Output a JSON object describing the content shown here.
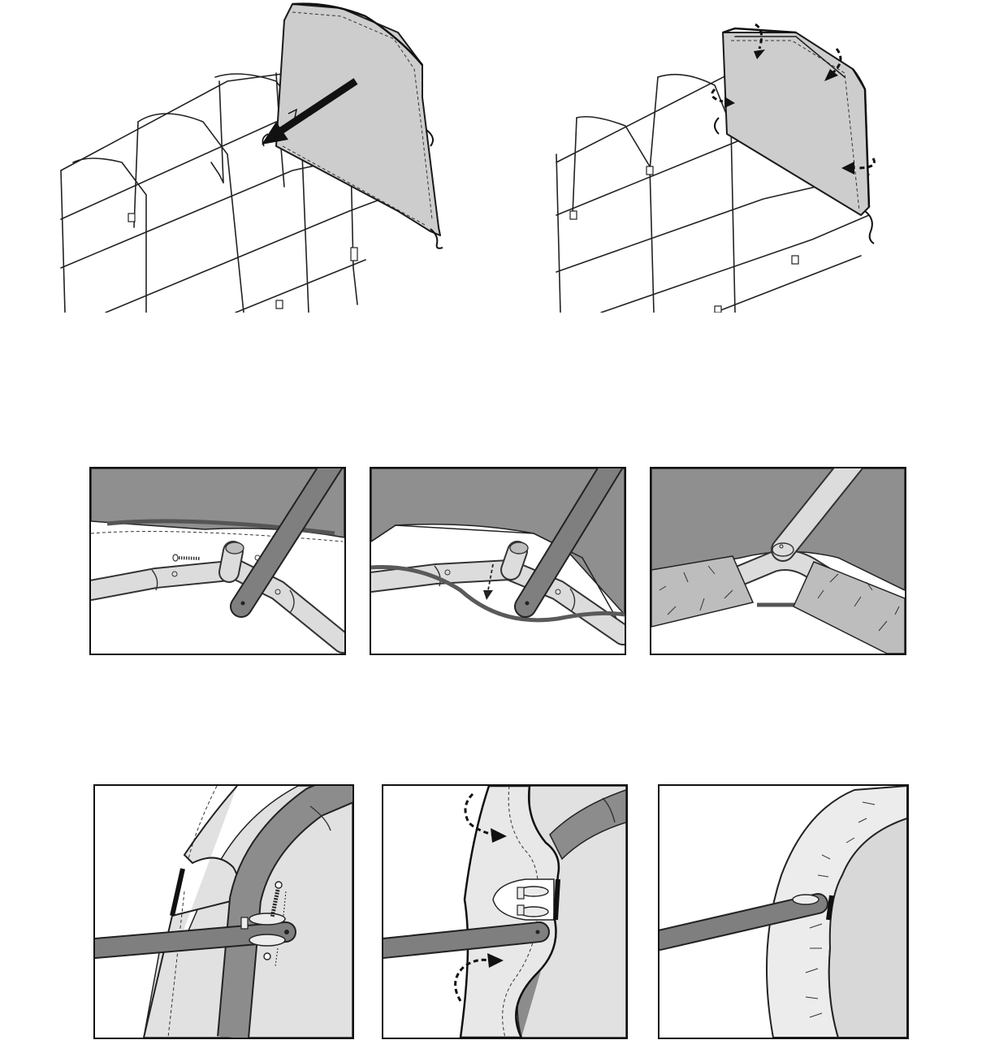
{
  "figure": {
    "panels": [
      {
        "id": "overview-1",
        "description_icon": "tarp-approach-arrow-icon"
      },
      {
        "id": "overview-2",
        "description_icon": "tarp-fasten-arrows-icon"
      },
      {
        "id": "detail-a1"
      },
      {
        "id": "detail-a2"
      },
      {
        "id": "detail-a3"
      },
      {
        "id": "detail-b1"
      },
      {
        "id": "detail-b2"
      },
      {
        "id": "detail-b3"
      }
    ],
    "colors": {
      "line": "#111111",
      "tarp": "#cdcdcd",
      "tarp_dark": "#9a9a9a",
      "pipe": "#7f7f7f",
      "pipe_light": "#dcdcdc",
      "cord": "#555555",
      "background": "#ffffff"
    }
  }
}
